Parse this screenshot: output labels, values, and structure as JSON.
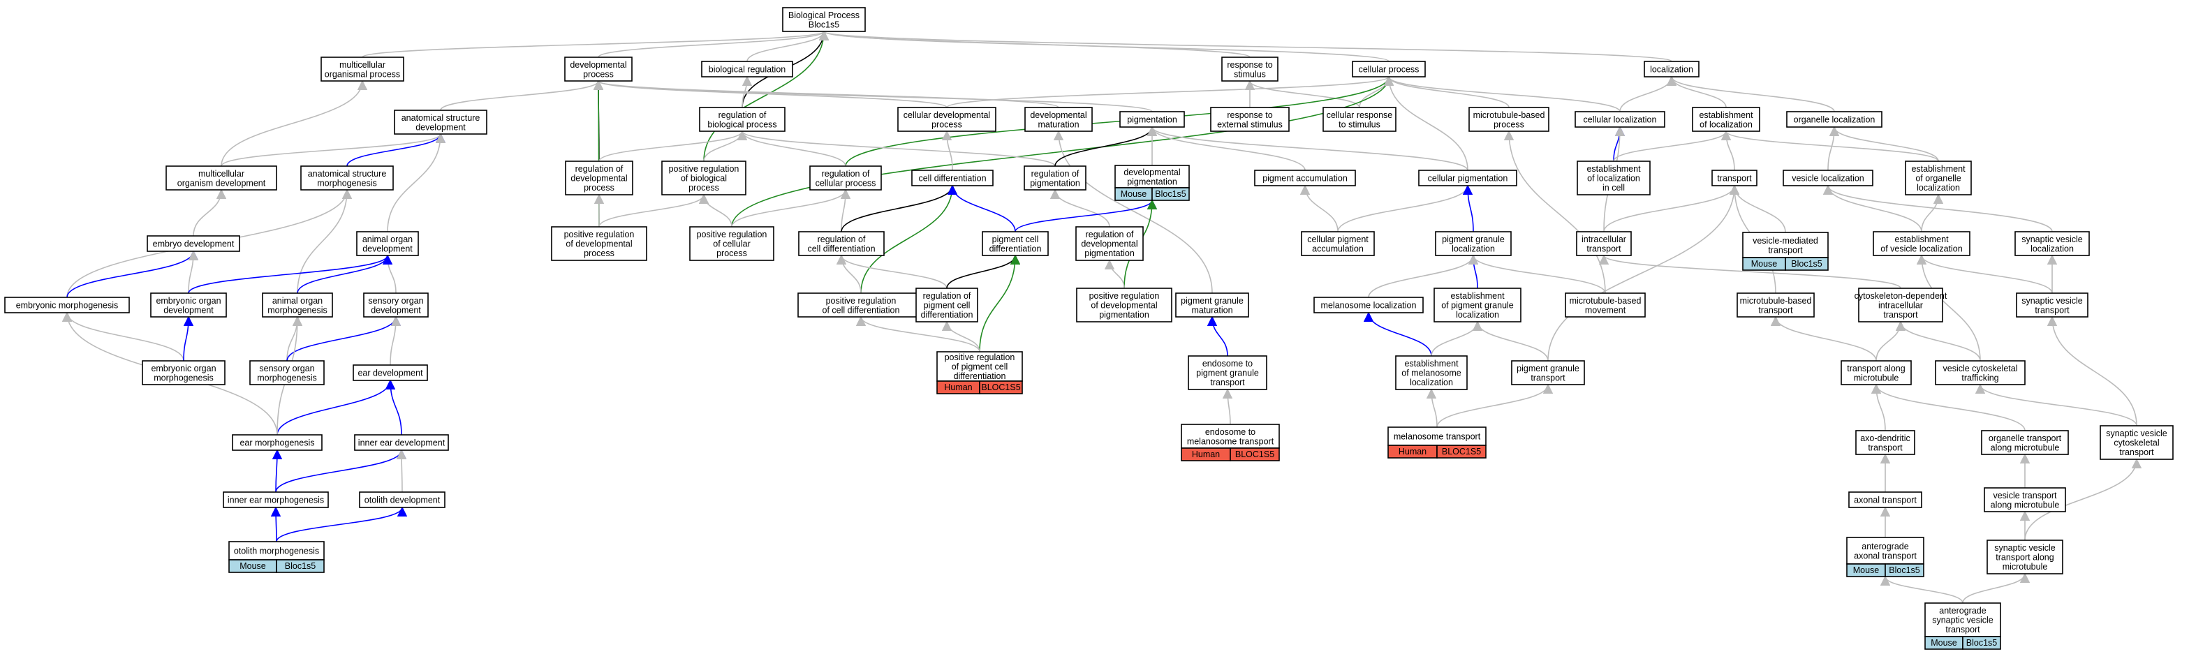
{
  "nodes": {
    "bp": {
      "lines": [
        "Biological Process",
        "Bloc1s5"
      ]
    },
    "mop": {
      "lines": [
        "multicellular",
        "organismal process"
      ]
    },
    "devp": {
      "lines": [
        "developmental",
        "process"
      ]
    },
    "bioreg": {
      "lines": [
        "biological regulation"
      ]
    },
    "resp": {
      "lines": [
        "response to",
        "stimulus"
      ]
    },
    "cellp": {
      "lines": [
        "cellular process"
      ]
    },
    "loc": {
      "lines": [
        "localization"
      ]
    },
    "asd": {
      "lines": [
        "anatomical structure",
        "development"
      ]
    },
    "regbp": {
      "lines": [
        "regulation of",
        "biological process"
      ]
    },
    "celldevp": {
      "lines": [
        "cellular developmental",
        "process"
      ]
    },
    "devmat": {
      "lines": [
        "developmental",
        "maturation"
      ]
    },
    "pigm": {
      "lines": [
        "pigmentation"
      ]
    },
    "respext": {
      "lines": [
        "response to",
        "external stimulus"
      ]
    },
    "cellresp": {
      "lines": [
        "cellular response",
        "to stimulus"
      ]
    },
    "mtbp": {
      "lines": [
        "microtubule-based",
        "process"
      ]
    },
    "cellloc": {
      "lines": [
        "cellular localization"
      ]
    },
    "estloc": {
      "lines": [
        "establishment",
        "of localization"
      ]
    },
    "orgloc": {
      "lines": [
        "organelle localization"
      ]
    },
    "mod": {
      "lines": [
        "multicellular",
        "organism development"
      ]
    },
    "asm": {
      "lines": [
        "anatomical structure",
        "morphogenesis"
      ]
    },
    "regdp": {
      "lines": [
        "regulation of",
        "developmental",
        "process"
      ]
    },
    "posregbp": {
      "lines": [
        "positive regulation",
        "of biological",
        "process"
      ]
    },
    "regcp": {
      "lines": [
        "regulation of",
        "cellular process"
      ]
    },
    "celldiff": {
      "lines": [
        "cell differentiation"
      ]
    },
    "regpig": {
      "lines": [
        "regulation of",
        "pigmentation"
      ]
    },
    "devpig": {
      "lines": [
        "developmental",
        "pigmentation"
      ]
    },
    "pigacc": {
      "lines": [
        "pigment accumulation"
      ]
    },
    "cellpig": {
      "lines": [
        "cellular pigmentation"
      ]
    },
    "estlocincell": {
      "lines": [
        "establishment",
        "of localization",
        "in cell"
      ]
    },
    "transport": {
      "lines": [
        "transport"
      ]
    },
    "vesloc": {
      "lines": [
        "vesicle localization"
      ]
    },
    "estorgloc": {
      "lines": [
        "establishment",
        "of organelle",
        "localization"
      ]
    },
    "embdev": {
      "lines": [
        "embryo development"
      ]
    },
    "aod": {
      "lines": [
        "animal organ",
        "development"
      ]
    },
    "posregdp": {
      "lines": [
        "positive regulation",
        "of developmental",
        "process"
      ]
    },
    "posregcp": {
      "lines": [
        "positive regulation",
        "of cellular",
        "process"
      ]
    },
    "regcd": {
      "lines": [
        "regulation of",
        "cell differentiation"
      ]
    },
    "pcd": {
      "lines": [
        "pigment cell",
        "differentiation"
      ]
    },
    "regdevpig": {
      "lines": [
        "regulation of",
        "developmental",
        "pigmentation"
      ]
    },
    "cellpigacc": {
      "lines": [
        "cellular pigment",
        "accumulation"
      ]
    },
    "pgloc": {
      "lines": [
        "pigment granule",
        "localization"
      ]
    },
    "intratr": {
      "lines": [
        "intracellular",
        "transport"
      ]
    },
    "vmt": {
      "lines": [
        "vesicle-mediated",
        "transport"
      ]
    },
    "estvesloc": {
      "lines": [
        "establishment",
        "of vesicle localization"
      ]
    },
    "svloc": {
      "lines": [
        "synaptic vesicle",
        "localization"
      ]
    },
    "embmorph": {
      "lines": [
        "embryonic morphogenesis"
      ]
    },
    "eod": {
      "lines": [
        "embryonic organ",
        "development"
      ]
    },
    "aom": {
      "lines": [
        "animal organ",
        "morphogenesis"
      ]
    },
    "sod": {
      "lines": [
        "sensory organ",
        "development"
      ]
    },
    "posregcd": {
      "lines": [
        "positive regulation",
        "of cell differentiation"
      ]
    },
    "regpcd": {
      "lines": [
        "regulation of",
        "pigment cell",
        "differentiation"
      ]
    },
    "posregdevpig": {
      "lines": [
        "positive regulation",
        "of developmental",
        "pigmentation"
      ]
    },
    "pgmat": {
      "lines": [
        "pigment granule",
        "maturation"
      ]
    },
    "melloc": {
      "lines": [
        "melanosome localization"
      ]
    },
    "estpgloc": {
      "lines": [
        "establishment",
        "of pigment granule",
        "localization"
      ]
    },
    "mtbm": {
      "lines": [
        "microtubule-based",
        "movement"
      ]
    },
    "mtbt": {
      "lines": [
        "microtubule-based",
        "transport"
      ]
    },
    "cdit": {
      "lines": [
        "cytoskeleton-dependent",
        "intracellular",
        "transport"
      ]
    },
    "svt": {
      "lines": [
        "synaptic vesicle",
        "transport"
      ]
    },
    "eom": {
      "lines": [
        "embryonic organ",
        "morphogenesis"
      ]
    },
    "som": {
      "lines": [
        "sensory organ",
        "morphogenesis"
      ]
    },
    "eard": {
      "lines": [
        "ear development"
      ]
    },
    "posregpcd": {
      "lines": [
        "positive regulation",
        "of pigment cell",
        "differentiation"
      ]
    },
    "endopg": {
      "lines": [
        "endosome to",
        "pigment granule",
        "transport"
      ]
    },
    "estmelloc": {
      "lines": [
        "establishment",
        "of melanosome",
        "localization"
      ]
    },
    "pgt": {
      "lines": [
        "pigment granule",
        "transport"
      ]
    },
    "tam": {
      "lines": [
        "transport along",
        "microtubule"
      ]
    },
    "vct": {
      "lines": [
        "vesicle cytoskeletal",
        "trafficking"
      ]
    },
    "earm": {
      "lines": [
        "ear morphogenesis"
      ]
    },
    "ieard": {
      "lines": [
        "inner ear development"
      ]
    },
    "endomel": {
      "lines": [
        "endosome to",
        "melanosome transport"
      ]
    },
    "meltr": {
      "lines": [
        "melanosome transport"
      ]
    },
    "axd": {
      "lines": [
        "axo-dendritic",
        "transport"
      ]
    },
    "otam": {
      "lines": [
        "organelle transport",
        "along microtubule"
      ]
    },
    "svct": {
      "lines": [
        "synaptic vesicle",
        "cytoskeletal",
        "transport"
      ]
    },
    "iearm": {
      "lines": [
        "inner ear morphogenesis"
      ]
    },
    "otod": {
      "lines": [
        "otolith development"
      ]
    },
    "axt": {
      "lines": [
        "axonal transport"
      ]
    },
    "vtam": {
      "lines": [
        "vesicle transport",
        "along microtubule"
      ]
    },
    "otom": {
      "lines": [
        "otolith morphogenesis"
      ]
    },
    "aat": {
      "lines": [
        "anterograde",
        "axonal transport"
      ]
    },
    "svtam": {
      "lines": [
        "synaptic vesicle",
        "transport along",
        "microtubule"
      ]
    },
    "asvt": {
      "lines": [
        "anterograde",
        "synaptic vesicle",
        "transport"
      ]
    }
  },
  "annotations": {
    "otom": [
      "Mouse",
      "Bloc1s5"
    ],
    "devpig": [
      "Mouse",
      "Bloc1s5"
    ],
    "vmt": [
      "Mouse",
      "Bloc1s5"
    ],
    "aat": [
      "Mouse",
      "Bloc1s5"
    ],
    "asvt": [
      "Mouse",
      "Bloc1s5"
    ],
    "posregpcd": [
      "Human",
      "BLOC1S5"
    ],
    "endomel": [
      "Human",
      "BLOC1S5"
    ],
    "meltr": [
      "Human",
      "BLOC1S5"
    ]
  },
  "edges": [
    [
      "mop",
      "bp",
      "gray"
    ],
    [
      "devp",
      "bp",
      "gray"
    ],
    [
      "bioreg",
      "bp",
      "gray"
    ],
    [
      "regbp",
      "bp",
      "black"
    ],
    [
      "posregbp",
      "bp",
      "green"
    ],
    [
      "resp",
      "bp",
      "gray"
    ],
    [
      "cellp",
      "bp",
      "gray"
    ],
    [
      "loc",
      "bp",
      "gray"
    ],
    [
      "asd",
      "devp",
      "gray"
    ],
    [
      "regdp",
      "devp",
      "black"
    ],
    [
      "posregdp",
      "devp",
      "green"
    ],
    [
      "celldevp",
      "devp",
      "gray"
    ],
    [
      "devmat",
      "devp",
      "gray"
    ],
    [
      "pigm",
      "devp",
      "gray"
    ],
    [
      "regbp",
      "bioreg",
      "gray"
    ],
    [
      "respext",
      "resp",
      "gray"
    ],
    [
      "cellresp",
      "resp",
      "gray"
    ],
    [
      "cellresp",
      "cellp",
      "gray"
    ],
    [
      "celldevp",
      "cellp",
      "gray"
    ],
    [
      "posregcp",
      "cellp",
      "green"
    ],
    [
      "regcp",
      "cellp",
      "green"
    ],
    [
      "cellpig",
      "cellp",
      "gray"
    ],
    [
      "mtbp",
      "cellp",
      "gray"
    ],
    [
      "cellloc",
      "cellp",
      "gray"
    ],
    [
      "cellloc",
      "loc",
      "gray"
    ],
    [
      "estloc",
      "loc",
      "gray"
    ],
    [
      "orgloc",
      "loc",
      "gray"
    ],
    [
      "mod",
      "asd",
      "gray"
    ],
    [
      "asm",
      "asd",
      "blue"
    ],
    [
      "aod",
      "asd",
      "gray"
    ],
    [
      "mod",
      "mop",
      "gray"
    ],
    [
      "regdp",
      "regbp",
      "gray"
    ],
    [
      "posregbp",
      "regbp",
      "gray"
    ],
    [
      "regcp",
      "regbp",
      "gray"
    ],
    [
      "regpig",
      "regbp",
      "gray"
    ],
    [
      "celldiff",
      "celldevp",
      "gray"
    ],
    [
      "pgmat",
      "devmat",
      "gray"
    ],
    [
      "regpig",
      "pigm",
      "black"
    ],
    [
      "devpig",
      "pigm",
      "gray"
    ],
    [
      "pigacc",
      "pigm",
      "gray"
    ],
    [
      "cellpig",
      "pigm",
      "gray"
    ],
    [
      "estlocincell",
      "cellloc",
      "blue"
    ],
    [
      "intratr",
      "cellloc",
      "gray"
    ],
    [
      "estlocincell",
      "estloc",
      "gray"
    ],
    [
      "transport",
      "estloc",
      "gray"
    ],
    [
      "vesloc",
      "orgloc",
      "gray"
    ],
    [
      "estorgloc",
      "orgloc",
      "gray"
    ],
    [
      "estorgloc",
      "estloc",
      "gray"
    ],
    [
      "embdev",
      "mod",
      "gray"
    ],
    [
      "embmorph",
      "asm",
      "gray"
    ],
    [
      "aom",
      "asm",
      "gray"
    ],
    [
      "aom",
      "aod",
      "blue"
    ],
    [
      "sod",
      "aod",
      "gray"
    ],
    [
      "posregdp",
      "regdp",
      "gray"
    ],
    [
      "posregdp",
      "posregbp",
      "gray"
    ],
    [
      "posregcp",
      "posregbp",
      "gray"
    ],
    [
      "posregcp",
      "regcp",
      "gray"
    ],
    [
      "regcd",
      "regcp",
      "gray"
    ],
    [
      "regcd",
      "celldiff",
      "black"
    ],
    [
      "posregcd",
      "celldiff",
      "green"
    ],
    [
      "pcd",
      "celldiff",
      "blue"
    ],
    [
      "regdevpig",
      "regpig",
      "gray"
    ],
    [
      "pcd",
      "devpig",
      "blue"
    ],
    [
      "posregdevpig",
      "devpig",
      "green"
    ],
    [
      "cellpigacc",
      "pigacc",
      "gray"
    ],
    [
      "cellpigacc",
      "cellpig",
      "gray"
    ],
    [
      "pgloc",
      "cellpig",
      "blue"
    ],
    [
      "intratr",
      "transport",
      "gray"
    ],
    [
      "vmt",
      "transport",
      "gray"
    ],
    [
      "estvesloc",
      "vesloc",
      "gray"
    ],
    [
      "estvesloc",
      "estorgloc",
      "gray"
    ],
    [
      "svloc",
      "vesloc",
      "gray"
    ],
    [
      "embmorph",
      "embdev",
      "blue"
    ],
    [
      "eod",
      "embdev",
      "gray"
    ],
    [
      "eod",
      "aod",
      "blue"
    ],
    [
      "posregcd",
      "regcd",
      "gray"
    ],
    [
      "regpcd",
      "regcd",
      "gray"
    ],
    [
      "regpcd",
      "pcd",
      "black"
    ],
    [
      "posregpcd",
      "pcd",
      "green"
    ],
    [
      "posregdevpig",
      "regdevpig",
      "gray"
    ],
    [
      "estpgloc",
      "pgloc",
      "blue"
    ],
    [
      "melloc",
      "pgloc",
      "gray"
    ],
    [
      "mtbm",
      "mtbp",
      "gray"
    ],
    [
      "cdit",
      "intratr",
      "gray"
    ],
    [
      "mtbt",
      "transport",
      "gray"
    ],
    [
      "svt",
      "estvesloc",
      "gray"
    ],
    [
      "svt",
      "svloc",
      "gray"
    ],
    [
      "eom",
      "embmorph",
      "gray"
    ],
    [
      "eom",
      "eod",
      "blue"
    ],
    [
      "som",
      "aom",
      "gray"
    ],
    [
      "som",
      "sod",
      "blue"
    ],
    [
      "eard",
      "sod",
      "gray"
    ],
    [
      "posregpcd",
      "regpcd",
      "gray"
    ],
    [
      "posregpcd",
      "posregcd",
      "gray"
    ],
    [
      "endopg",
      "pgmat",
      "blue"
    ],
    [
      "estmelloc",
      "melloc",
      "blue"
    ],
    [
      "estmelloc",
      "estpgloc",
      "gray"
    ],
    [
      "pgt",
      "estpgloc",
      "gray"
    ],
    [
      "tam",
      "mtbt",
      "gray"
    ],
    [
      "tam",
      "cdit",
      "gray"
    ],
    [
      "vct",
      "cdit",
      "gray"
    ],
    [
      "vct",
      "estvesloc",
      "gray"
    ],
    [
      "earm",
      "eard",
      "blue"
    ],
    [
      "ieard",
      "eard",
      "blue"
    ],
    [
      "meltr",
      "estmelloc",
      "gray"
    ],
    [
      "meltr",
      "pgt",
      "gray"
    ],
    [
      "endomel",
      "endopg",
      "gray"
    ],
    [
      "axd",
      "tam",
      "gray"
    ],
    [
      "otam",
      "tam",
      "gray"
    ],
    [
      "svct",
      "vct",
      "gray"
    ],
    [
      "svct",
      "svt",
      "gray"
    ],
    [
      "iearm",
      "earm",
      "blue"
    ],
    [
      "iearm",
      "ieard",
      "blue"
    ],
    [
      "otod",
      "ieard",
      "gray"
    ],
    [
      "axt",
      "axd",
      "gray"
    ],
    [
      "vtam",
      "otam",
      "gray"
    ],
    [
      "otom",
      "iearm",
      "blue"
    ],
    [
      "otom",
      "otod",
      "blue"
    ],
    [
      "aat",
      "axt",
      "gray"
    ],
    [
      "svtam",
      "vtam",
      "gray"
    ],
    [
      "svtam",
      "svct",
      "gray"
    ],
    [
      "asvt",
      "aat",
      "gray"
    ],
    [
      "asvt",
      "svtam",
      "gray"
    ],
    [
      "earm",
      "aom",
      "gray"
    ],
    [
      "earm",
      "embmorph",
      "gray"
    ],
    [
      "pgt",
      "transport",
      "gray"
    ],
    [
      "mtbm",
      "pgloc",
      "gray"
    ]
  ],
  "colors": {
    "gray": "#bbbbbb",
    "black": "#000000",
    "blue": "#0000ff",
    "green": "#228b22",
    "mouse": "#add8e6",
    "human": "#f25b47"
  }
}
